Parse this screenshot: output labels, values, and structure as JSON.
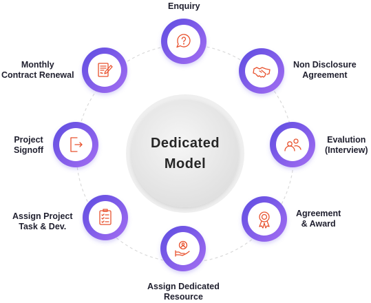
{
  "center": {
    "title_line1": "Dedicated",
    "title_line2": "Model"
  },
  "colors": {
    "ring_start": "#5d4ce0",
    "ring_end": "#a46ef2",
    "icon_stroke": "#e8512d",
    "node_fill": "#ffffff",
    "center_fill": "#e6e6e6",
    "dash_circle": "#d9d9d9"
  },
  "steps": [
    {
      "id": "enquiry",
      "icon": "question-bubble-icon",
      "line1": "Enquiry",
      "line2": ""
    },
    {
      "id": "nda",
      "icon": "handshake-icon",
      "line1": "Non Disclosure",
      "line2": "Agreement"
    },
    {
      "id": "evaluation",
      "icon": "people-icon",
      "line1": "Evalution",
      "line2": "(Interview)"
    },
    {
      "id": "agreement",
      "icon": "award-ribbon-icon",
      "line1": "Agreement",
      "line2": "& Award"
    },
    {
      "id": "assign-resource",
      "icon": "resource-hand-icon",
      "line1": "Assign Dedicated",
      "line2": "Resource"
    },
    {
      "id": "assign-task",
      "icon": "checklist-icon",
      "line1": "Assign Project",
      "line2": "Task & Dev."
    },
    {
      "id": "signoff",
      "icon": "signoff-exit-icon",
      "line1": "Project",
      "line2": "Signoff"
    },
    {
      "id": "renewal",
      "icon": "contract-pen-icon",
      "line1": "Monthly",
      "line2": "Contract Renewal"
    }
  ]
}
